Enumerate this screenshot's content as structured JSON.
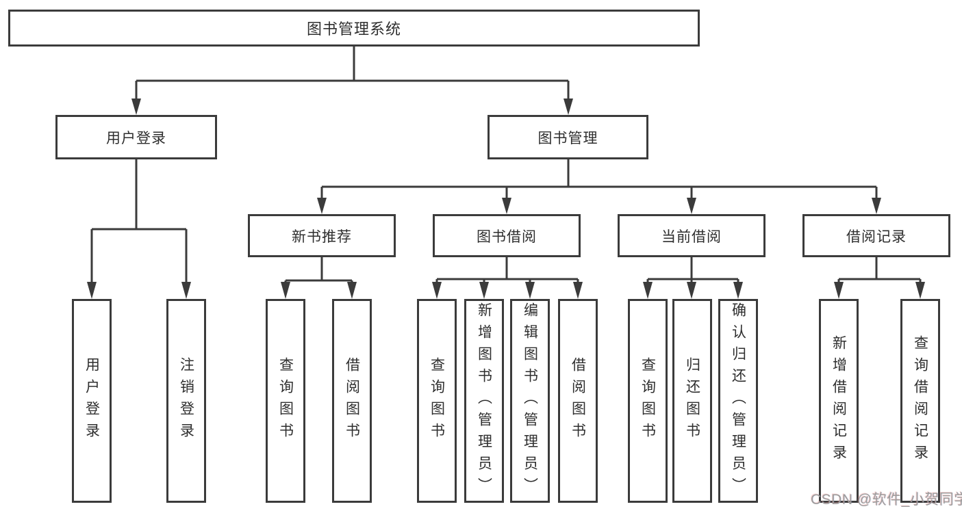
{
  "diagram": {
    "root": {
      "id": "library-management-system",
      "label": "图书管理系统"
    },
    "level2": [
      {
        "id": "user-login",
        "label": "用户登录",
        "parent": "library-management-system"
      },
      {
        "id": "book-management",
        "label": "图书管理",
        "parent": "library-management-system"
      }
    ],
    "level3": [
      {
        "id": "new-book-recommend",
        "label": "新书推荐",
        "parent": "book-management"
      },
      {
        "id": "book-borrow",
        "label": "图书借阅",
        "parent": "book-management"
      },
      {
        "id": "current-borrow",
        "label": "当前借阅",
        "parent": "book-management"
      },
      {
        "id": "borrow-records",
        "label": "借阅记录",
        "parent": "book-management"
      }
    ],
    "leaves": [
      {
        "id": "user-login-leaf",
        "label": "用户登录",
        "parent": "user-login"
      },
      {
        "id": "logout",
        "label": "注销登录",
        "parent": "user-login"
      },
      {
        "id": "query-books-recommend",
        "label": "查询图书",
        "parent": "new-book-recommend"
      },
      {
        "id": "borrow-books-recommend",
        "label": "借阅图书",
        "parent": "new-book-recommend"
      },
      {
        "id": "query-books-borrow",
        "label": "查询图书",
        "parent": "book-borrow"
      },
      {
        "id": "add-books-admin",
        "label": "新增图书（管理员）",
        "parent": "book-borrow"
      },
      {
        "id": "edit-books-admin",
        "label": "编辑图书（管理员）",
        "parent": "book-borrow"
      },
      {
        "id": "borrow-books",
        "label": "借阅图书",
        "parent": "book-borrow"
      },
      {
        "id": "query-books-current",
        "label": "查询图书",
        "parent": "current-borrow"
      },
      {
        "id": "return-books",
        "label": "归还图书",
        "parent": "current-borrow"
      },
      {
        "id": "confirm-return-admin",
        "label": "确认归还（管理员）",
        "parent": "current-borrow"
      },
      {
        "id": "add-borrow-record",
        "label": "新增借阅记录",
        "parent": "borrow-records"
      },
      {
        "id": "query-borrow-record",
        "label": "查询借阅记录",
        "parent": "borrow-records"
      }
    ]
  },
  "watermark": {
    "text": "CSDN @软件_小贺同学"
  },
  "colors": {
    "line": "#3b3b3b",
    "text": "#2e2e2e",
    "watermark": "#9c9c9c",
    "background": "#ffffff"
  }
}
